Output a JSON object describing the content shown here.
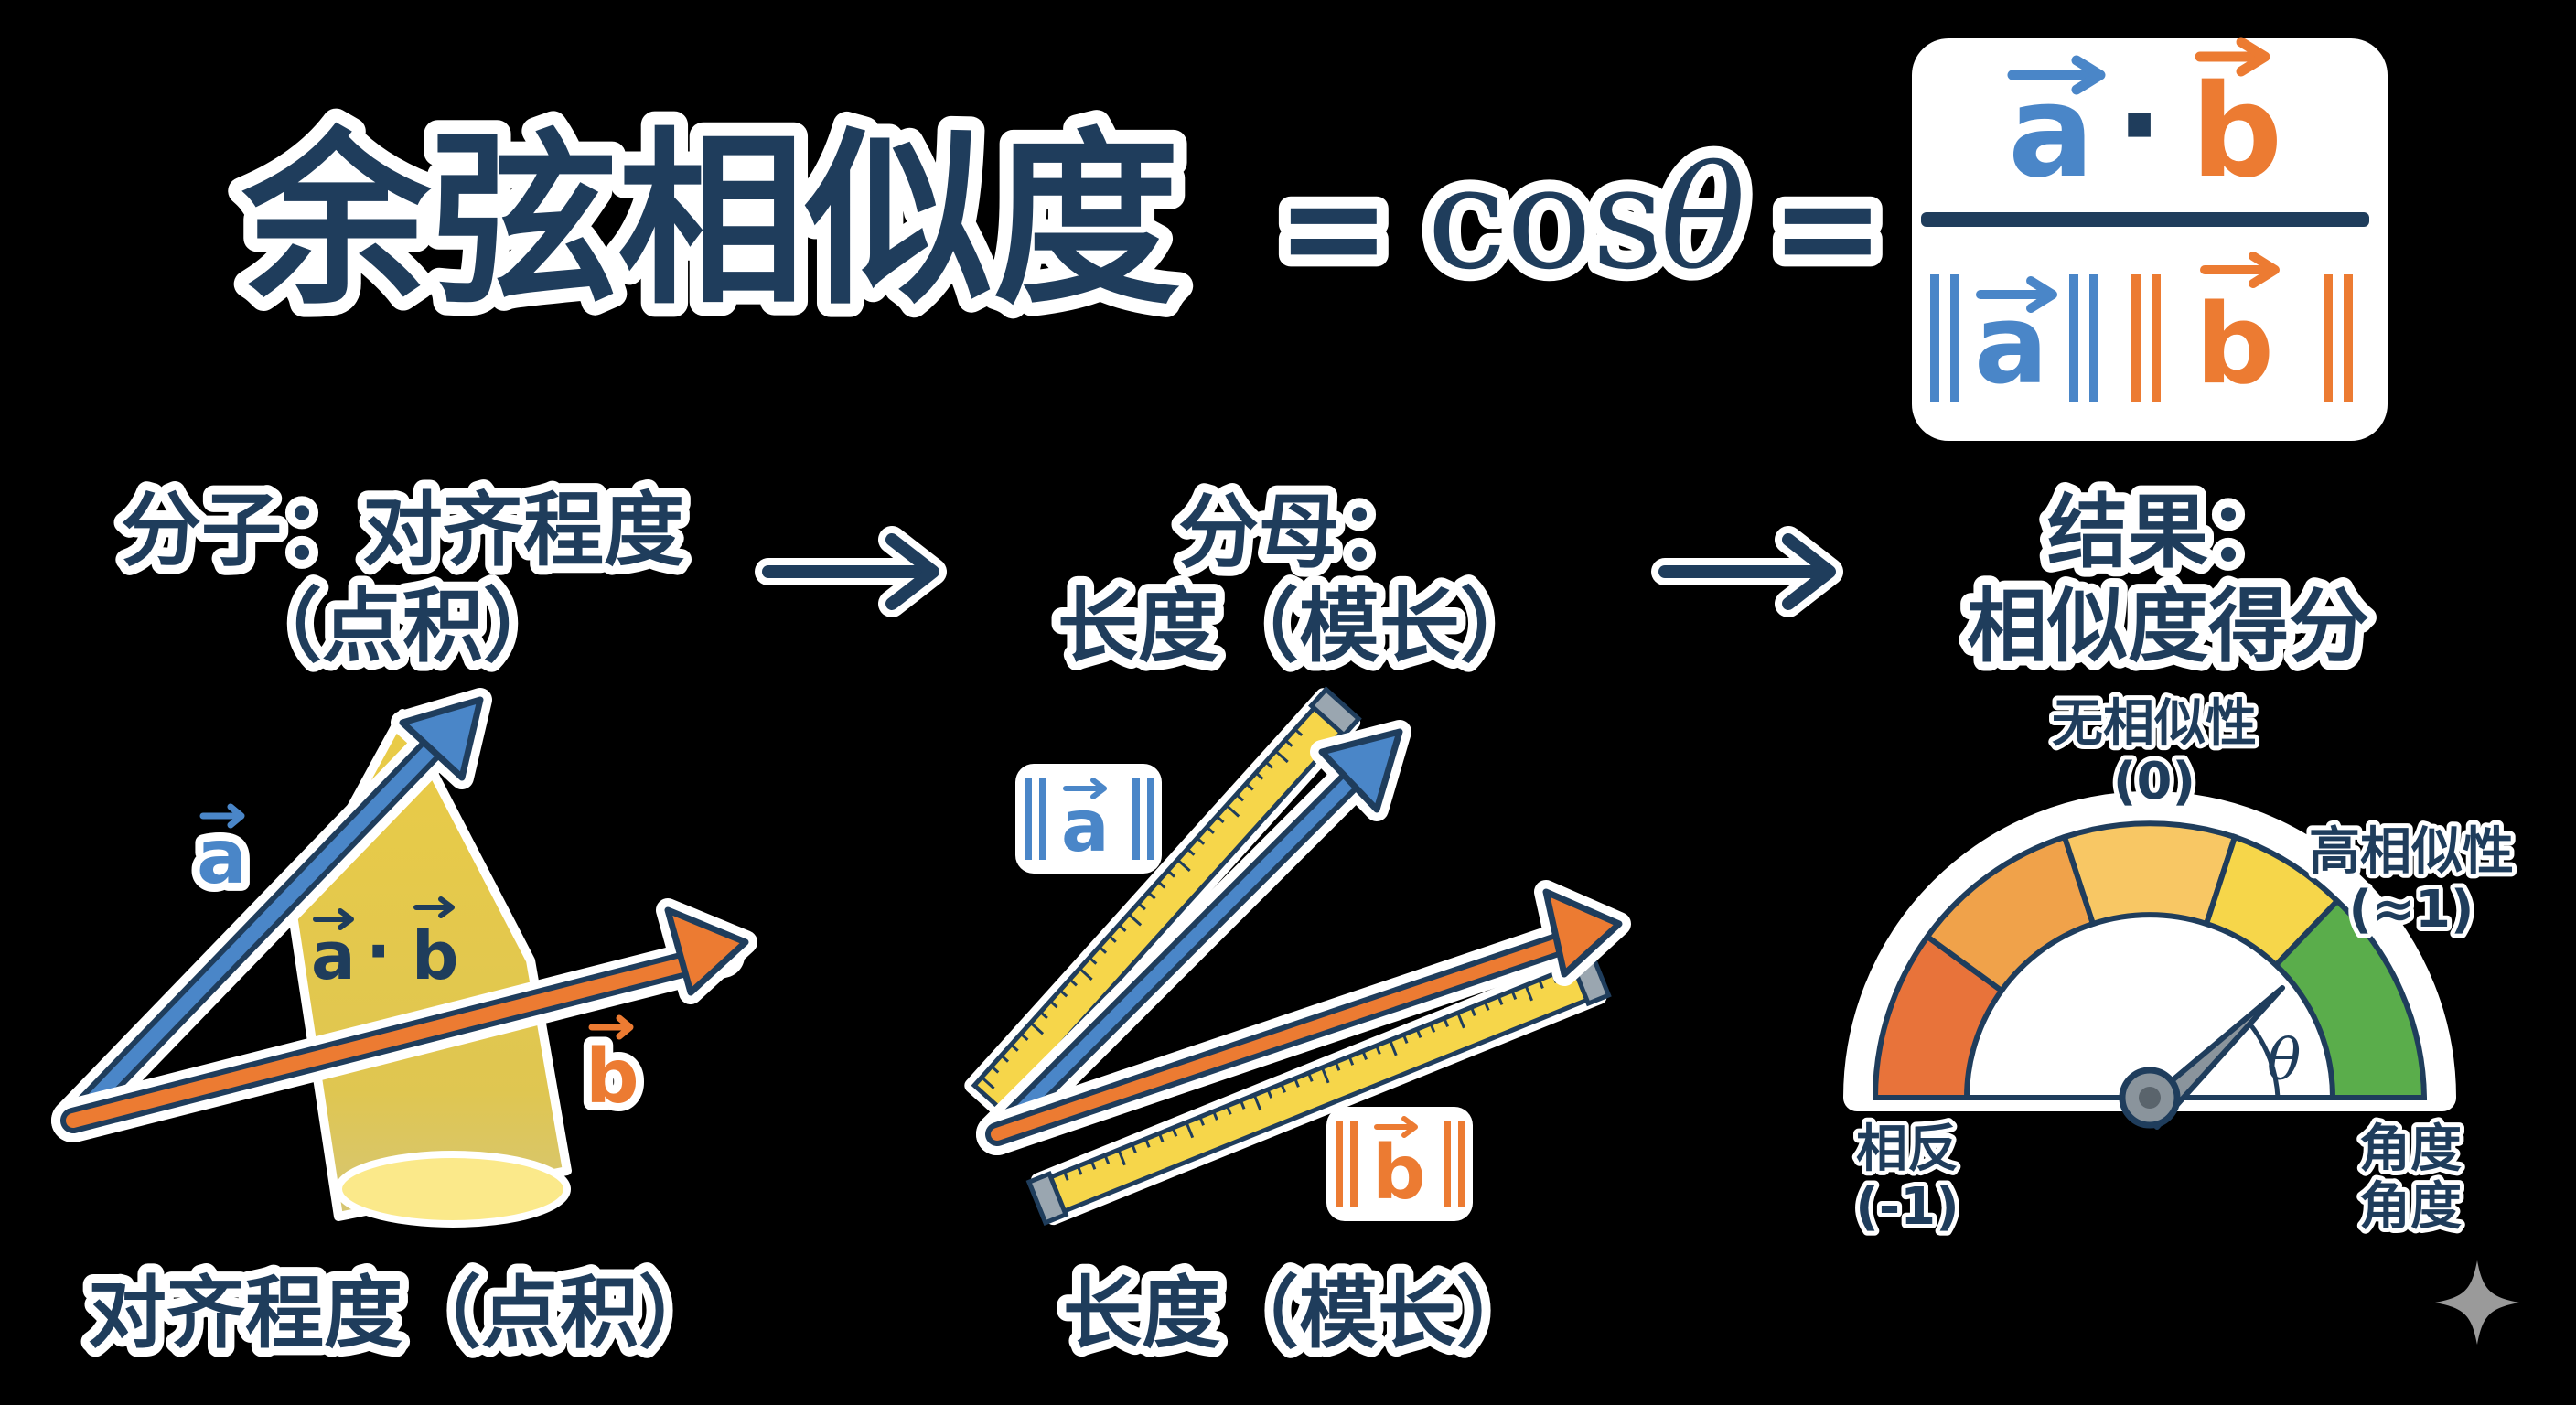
{
  "colors": {
    "background": "#000000",
    "navy": "#1f3d5c",
    "blue": "#4a86c8",
    "orange": "#ec7b32",
    "yellow": "#f6d64a",
    "green": "#5aad4b",
    "gauge_red": "#e8733a",
    "gauge_orange": "#f0a24a",
    "gauge_yellow": "#f6d64a",
    "gauge_green": "#5aad4b"
  },
  "header": {
    "title": "余弦相似度",
    "equals": "=",
    "cos": "cos",
    "theta": "θ",
    "numerator_a": "a",
    "dot": "·",
    "numerator_b": "b",
    "denominator_a": "a",
    "denominator_b": "b"
  },
  "steps": {
    "numerator": {
      "line1": "分子：对齐程度",
      "line2": "（点积）"
    },
    "denominator": {
      "line1": "分母：",
      "line2": "长度（模长）"
    },
    "result": {
      "line1": "结果：",
      "line2": "相似度得分"
    },
    "arrow_icon": "right-arrow-icon"
  },
  "dot_panel": {
    "vec_a_label": "a",
    "vec_b_label": "b",
    "dot_label_a": "a",
    "dot_label_dot": "·",
    "dot_label_b": "b",
    "caption": "对齐程度（点积）"
  },
  "length_panel": {
    "norm_a_label": "a",
    "norm_b_label": "b",
    "caption": "长度（模长）"
  },
  "gauge": {
    "top_label": "无相似性",
    "top_value": "(0)",
    "right_label": "高相似性",
    "right_value": "(≈1)",
    "left_label": "相反",
    "left_value": "(-1)",
    "bottom_right_line1": "角度",
    "bottom_right_line2": "角度",
    "theta": "θ"
  },
  "corner_icon": "sparkle-icon"
}
